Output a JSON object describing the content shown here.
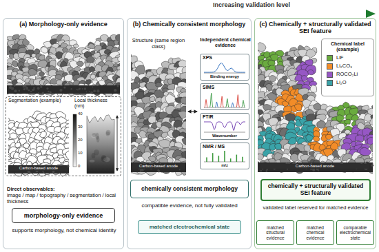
{
  "diagram": {
    "nodes": [
      {
        "text": [
          "(a) Morphology-only evidence"
        ]
      },
      {
        "text": [
          "Segmentation (example)",
          "Local thickness (nm)"
        ],
        "in": 0
      },
      {
        "text": [
          "morphology-only evidence"
        ],
        "in": 0
      },
      {
        "text": [
          "(b) Chemically consistent morphology"
        ]
      },
      {
        "text": [
          "XPS",
          "Binding energy"
        ],
        "in": 3
      },
      {
        "text": [
          "SIMS"
        ],
        "in": 3
      },
      {
        "text": [
          "FTIR",
          "Wavenumber"
        ],
        "in": 3
      },
      {
        "text": [
          "NMR / MS",
          "m/z"
        ],
        "in": 3
      },
      {
        "text": [
          "chemically consistent morphology"
        ],
        "in": 3
      },
      {
        "text": [
          "matched electrochemical state"
        ],
        "in": 3
      },
      {
        "text": [
          "(c) Chemically + structurally validated SEI feature"
        ]
      },
      {
        "text": [
          "Chemical label (example)"
        ],
        "in": 10
      },
      {
        "text": [
          "chemically + structurally validated SEI feature"
        ],
        "in": 10
      },
      {
        "text": [
          "matched structural evidence"
        ],
        "in": 10
      },
      {
        "text": [
          "matched chemical evidence"
        ],
        "in": 10
      },
      {
        "text": [
          "comparable electrochemical state"
        ],
        "in": 10
      }
    ],
    "labels": [
      "Increasing validation level",
      "Carbon-based anode",
      "40",
      "30",
      "20",
      "10",
      "0",
      "Direct observables:",
      "image / map / topography / segmentation / local thickness",
      "supports morphology, not chemical identity",
      "Structure (same region class)",
      "Independent chemical evidence",
      "Carbon-based anode",
      "compatible evidence, not fully validated",
      "Carbon-based anode",
      "validated label reserved for matched evidence"
    ],
    "legend": [
      {
        "text": "LiF",
        "color": "#6aab3f"
      },
      {
        "text": "Li₂CO₃",
        "color": "#f28c28"
      },
      {
        "text": "ROCO₂Li",
        "color": "#9657c4"
      },
      {
        "text": "Li₂O",
        "color": "#3aa3a8"
      }
    ]
  }
}
